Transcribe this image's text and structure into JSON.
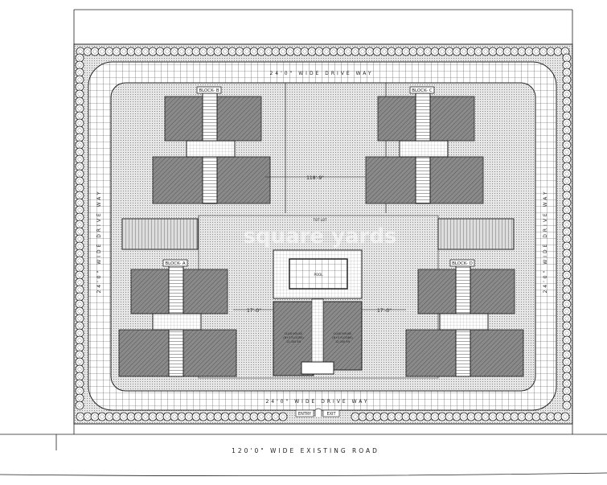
{
  "plan": {
    "road_label": "120'0\" WIDE EXISTING ROAD",
    "driveway_top": "24'0\" WIDE DRIVE WAY",
    "driveway_bottom": "24'0\" WIDE DRIVE WAY",
    "driveway_left": "24'0\" WIDE DRIVE WAY",
    "driveway_right": "24'0\" WIDE DRIVE WAY",
    "entry": "ENTRY",
    "exit": "EXIT",
    "blocks": [
      "BLOCK- A",
      "BLOCK- B",
      "BLOCK- C",
      "BLOCK- D"
    ],
    "pool": "POOL",
    "tot_lot": "TOT LOT",
    "club_left": "CLUB HOUSE",
    "club_right": "CLUB HOUSE",
    "club_floors": "(B+3 FLOORS)",
    "club_area": "12,000 Sft",
    "dim_between_blocks": "118'-9\"",
    "dim_left": "17'-0\"",
    "dim_right": "17'-0\""
  },
  "watermark": "square yards",
  "colors": {
    "line": "#222222",
    "building": "#7a7a7a",
    "paper": "#ffffff"
  }
}
